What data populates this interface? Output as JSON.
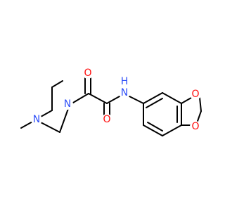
{
  "colors": {
    "carbon_bond": "#000000",
    "nitrogen": "#3050f8",
    "oxygen": "#ff0d0d",
    "background": "#ffffff"
  },
  "labels": {
    "piperazine_n_acyl": "N",
    "piperazine_n_methyl": "N",
    "amide_nh": "H",
    "amide_n": "N",
    "ketone_o_top": "O",
    "ketone_o_bottom": "O",
    "dioxole_o_upper": "O",
    "dioxole_o_lower": "O"
  }
}
